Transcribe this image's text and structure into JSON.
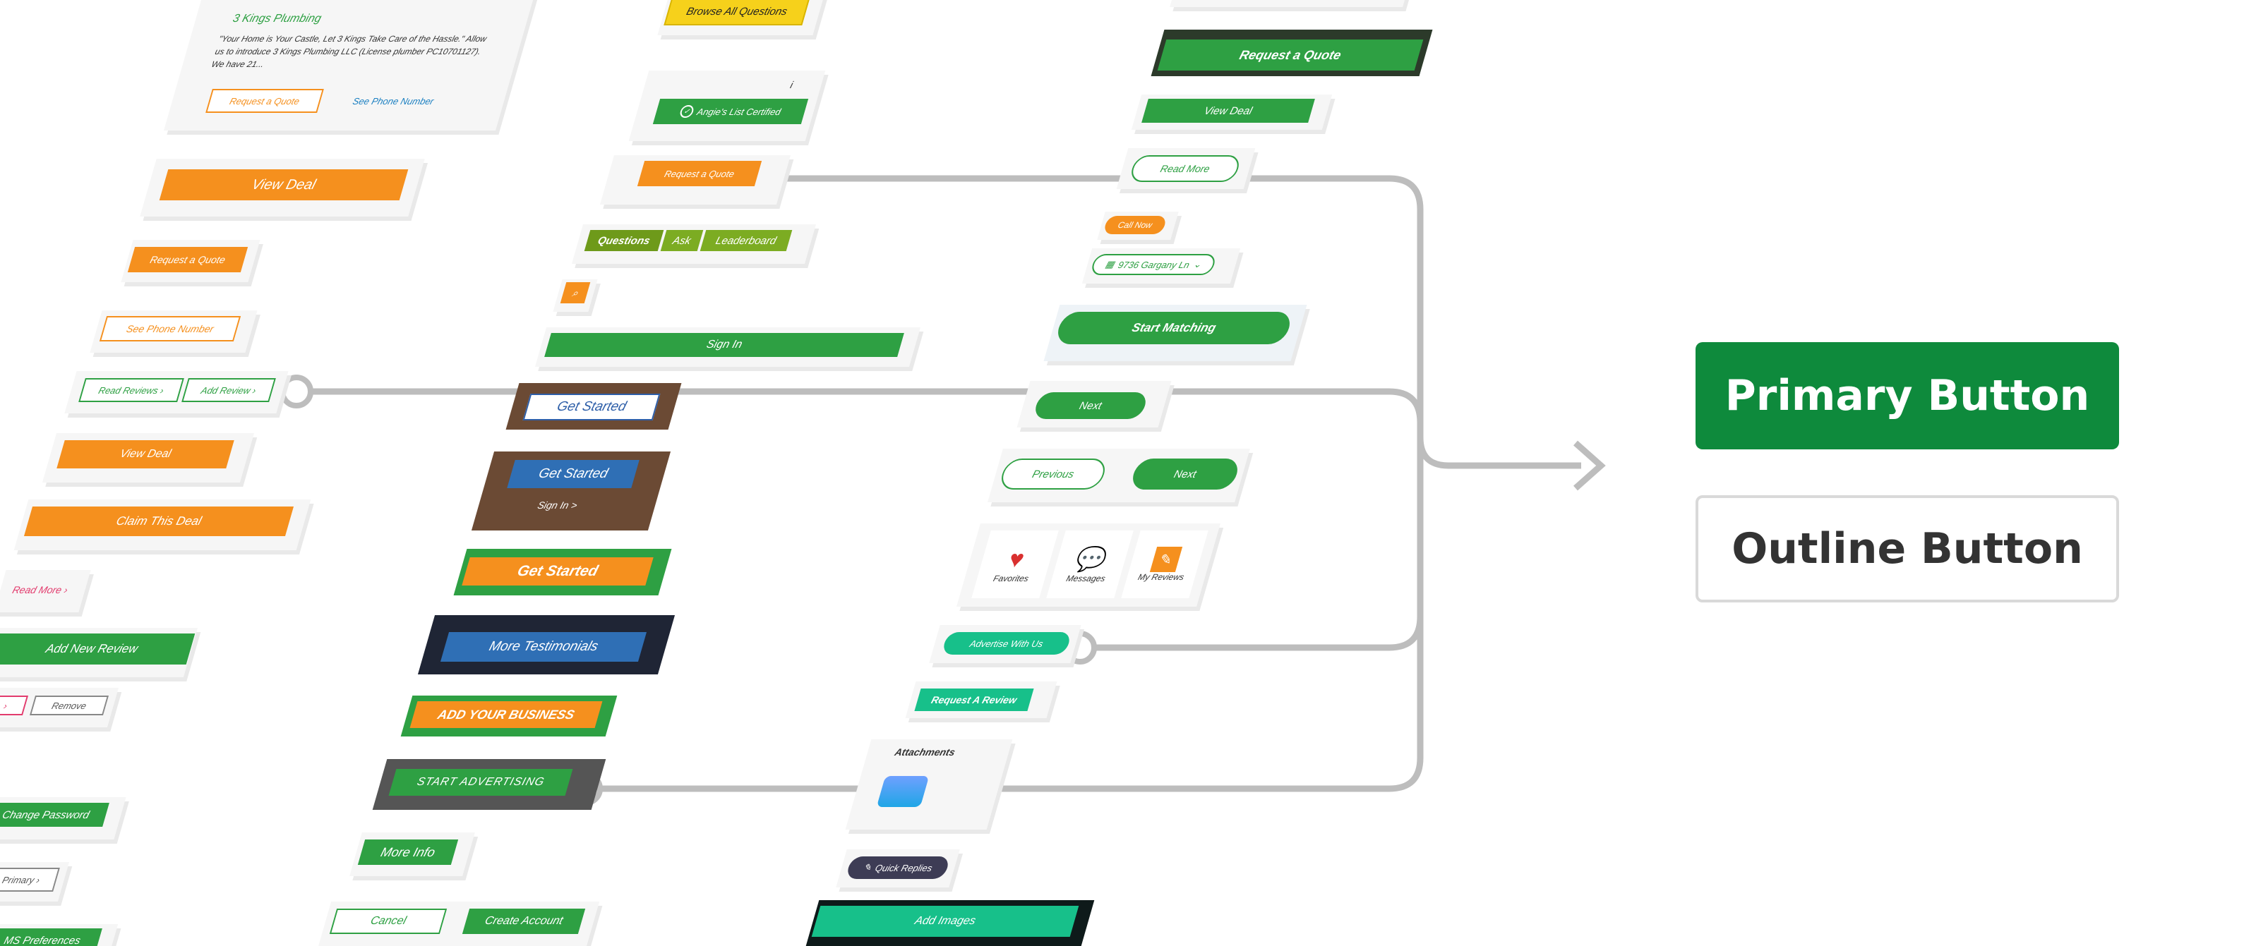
{
  "col1": {
    "company_name": "3 Kings Plumbing",
    "company_blurb": "\"Your Home is Your Castle, Let 3 Kings Take Care of the Hassle.\" Allow us to introduce 3 Kings Plumbing LLC (License plumber PC10701127). We have 21...",
    "card_request_quote": "Request a Quote",
    "card_see_phone": "See Phone Number",
    "view_deal_large": "View Deal",
    "request_quote": "Request a Quote",
    "see_phone_number": "See Phone Number",
    "read_reviews": "Read Reviews",
    "add_review": "Add Review",
    "view_deal": "View Deal",
    "claim_deal": "Claim This Deal",
    "read_more": "Read More",
    "add_new_review": "Add New Review",
    "remove": "Remove",
    "change_password": "Change Password",
    "primary": "Primary",
    "sms_preferences": "MS Preferences"
  },
  "col2": {
    "browse_questions": "Browse All Questions",
    "angies_certified": "Angie's List Certified",
    "request_quote": "Request a Quote",
    "questions": "Questions",
    "ask": "Ask",
    "leaderboard": "Leaderboard",
    "sign_in": "Sign In",
    "get_started_1": "Get Started",
    "get_started_2": "Get Started",
    "sign_in_link": "Sign In >",
    "get_started_3": "Get Started",
    "more_testimonials": "More Testimonials",
    "add_business": "ADD YOUR BUSINESS",
    "start_advertising": "START ADVERTISING",
    "more_info": "More Info",
    "cancel": "Cancel",
    "create_account": "Create Account"
  },
  "col3": {
    "request_quote": "Request a Quote",
    "view_deal": "View Deal",
    "read_more": "Read More",
    "call_now": "Call Now",
    "address": "9736 Gargany Ln",
    "start_matching": "Start Matching",
    "next_1": "Next",
    "previous": "Previous",
    "next_2": "Next",
    "favorites": "Favorites",
    "messages": "Messages",
    "my_reviews": "My Reviews",
    "advertise": "Advertise With Us",
    "request_review": "Request A Review",
    "attachments": "Attachments",
    "quick_replies": "Quick Replies",
    "add_images": "Add Images"
  },
  "legend": {
    "primary_button": "Primary Button",
    "outline_button": "Outline Button"
  },
  "colors": {
    "orange": "#f5901e",
    "green": "#2ea043",
    "primary_green": "#0e8a3c",
    "teal": "#17c08a",
    "connector": "#bdbdbd"
  }
}
